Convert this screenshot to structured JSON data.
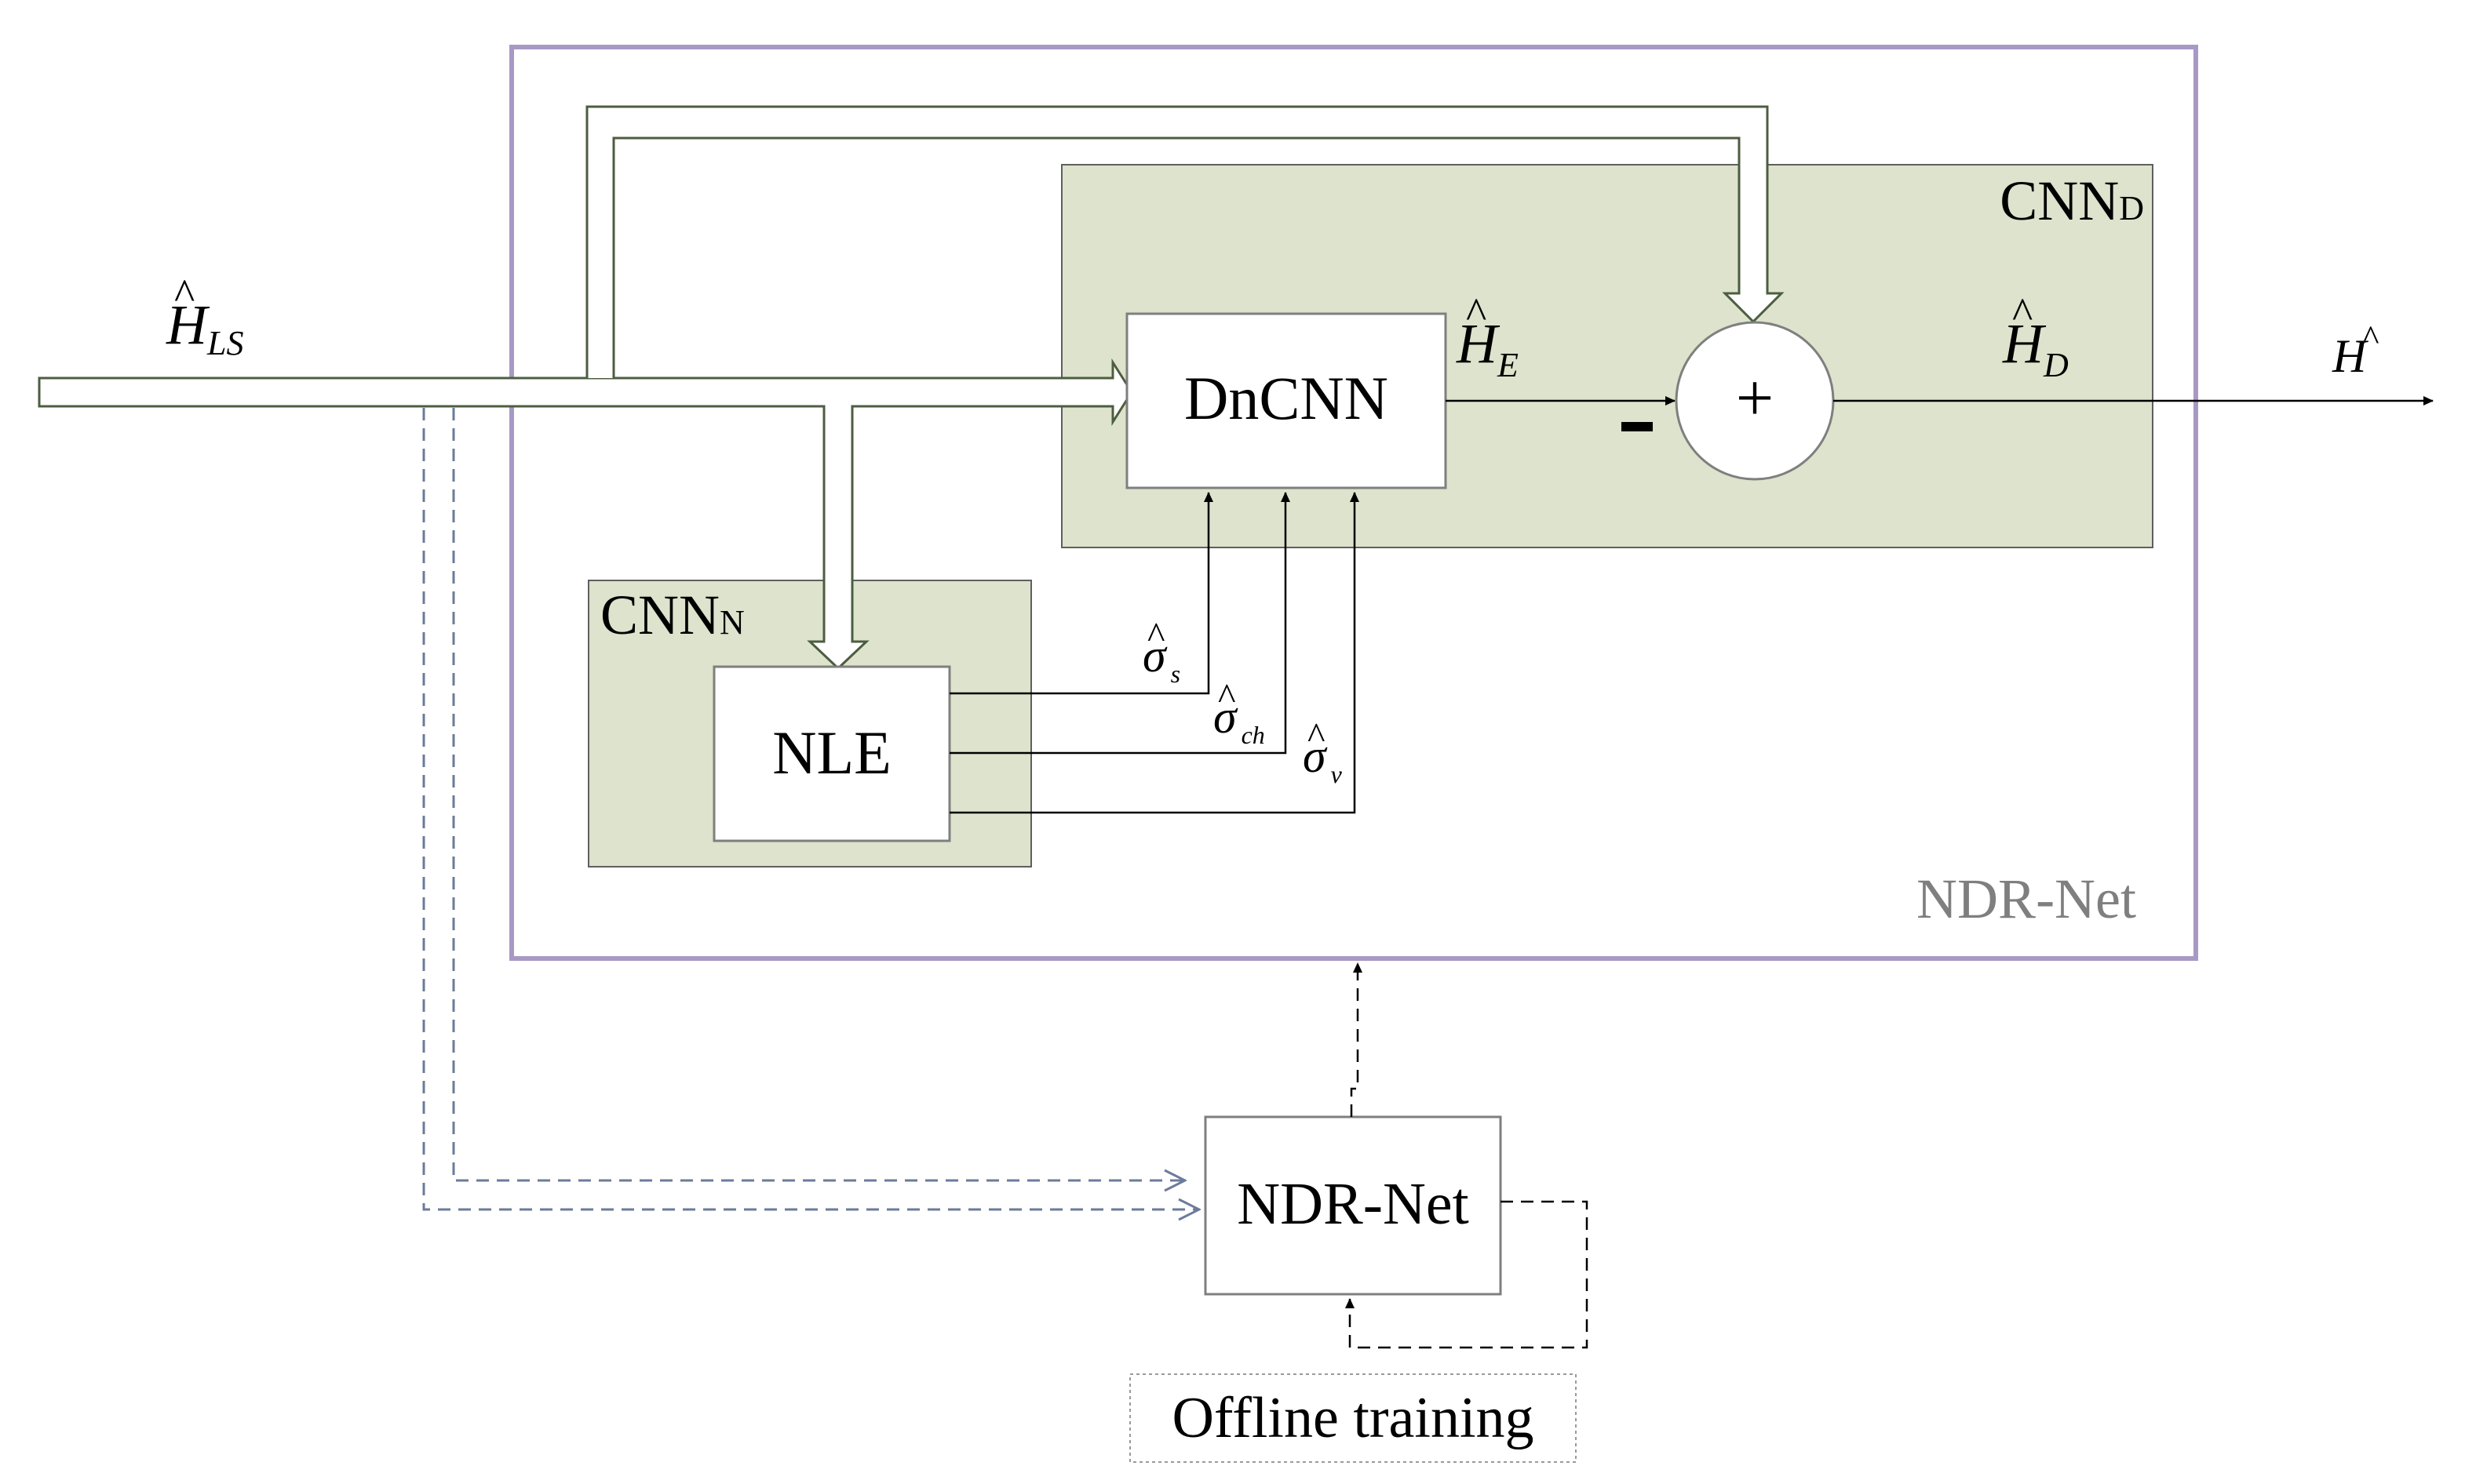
{
  "labels": {
    "h_ls_base": "H",
    "h_ls_hat": "^",
    "h_ls_sub": "LS",
    "h_e_base": "H",
    "h_e_hat": "^",
    "h_e_sub": "E",
    "h_d_base": "H",
    "h_d_hat": "^",
    "h_d_sub": "D",
    "h_out_base": "H",
    "h_out_hat": "^",
    "minus_sign": "-",
    "plus_sign": "+",
    "sigma_symbol": "σ",
    "sigma_hat": "^",
    "sigma_s_sub": "s",
    "sigma_ch_sub": "ch",
    "sigma_v_sub": "v"
  },
  "blocks": {
    "dncnn": "DnCNN",
    "nle": "NLE",
    "cnn_d_main": "CNN",
    "cnn_d_sub": "D",
    "cnn_n_main": "CNN",
    "cnn_n_sub": "N",
    "ndr_net_frame": "NDR-Net",
    "ndr_net_training": "NDR-Net",
    "offline_training": "Offline training"
  },
  "colors": {
    "ndr_frame": "#a899c4",
    "cnn_fill": "#dde3cc",
    "block_border": "#7f7f7f",
    "hollow_arrow": "#4d5d40",
    "dashed_blue": "#6b7b9a",
    "ndr_label": "#7f7f7f"
  }
}
